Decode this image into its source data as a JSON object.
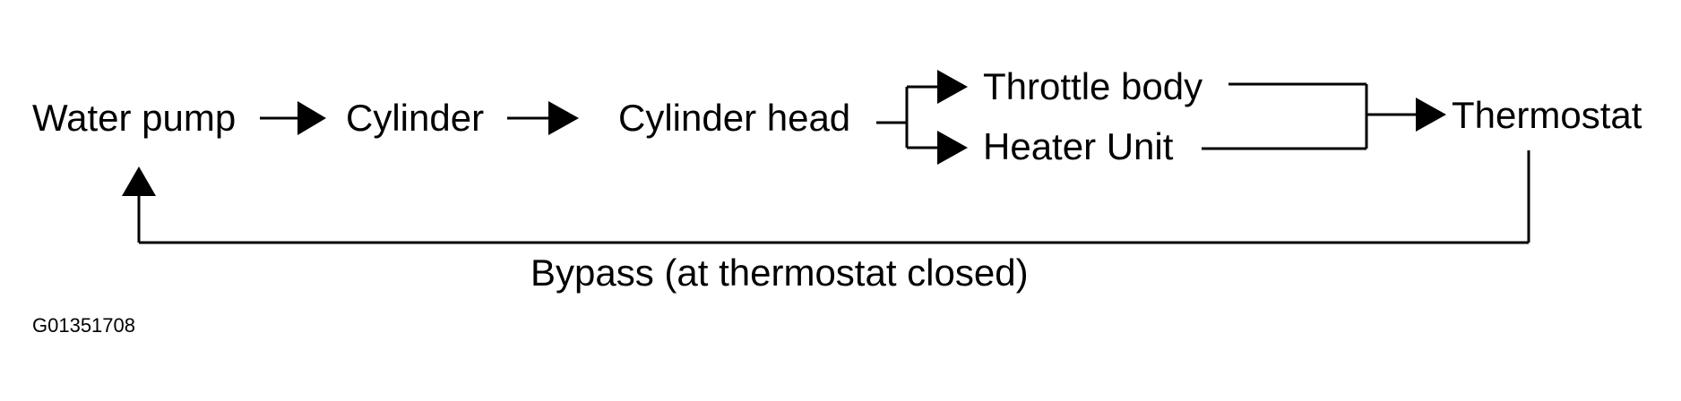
{
  "nodes": {
    "water_pump": "Water pump",
    "cylinder": "Cylinder",
    "cylinder_head": "Cylinder head",
    "throttle_body": "Throttle body",
    "heater_unit": "Heater Unit",
    "thermostat": "Thermostat"
  },
  "bypass_label": "Bypass (at thermostat closed)",
  "figure_code": "G01351708"
}
